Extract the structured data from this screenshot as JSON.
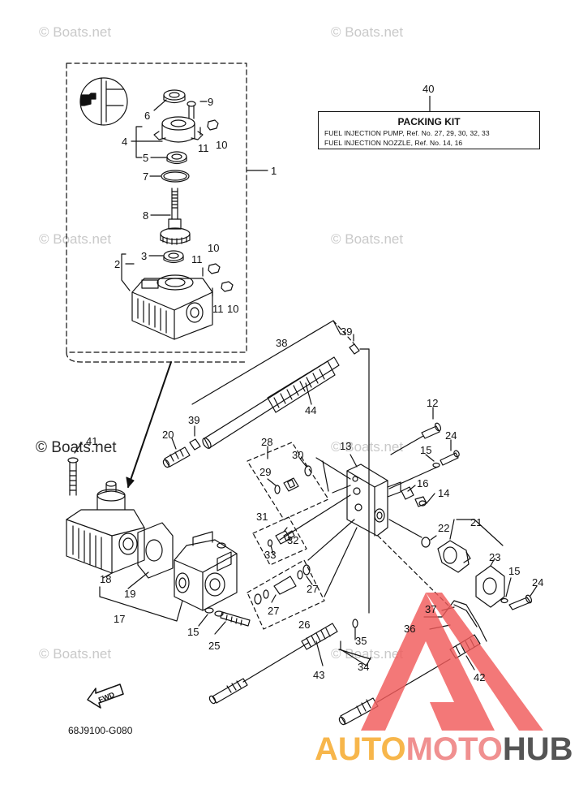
{
  "watermark": "© Boats.net",
  "diagram_code": "68J9100-G080",
  "fwd_label": "FWD",
  "packing_kit": {
    "number": "40",
    "title": "PACKING KIT",
    "line1": "FUEL INJECTION PUMP,  Ref. No. 27, 29, 30, 32, 33",
    "line2": "FUEL INJECTION NOZZLE,  Ref. No. 14, 16"
  },
  "logo": {
    "part1": "AUTO",
    "part2": "MOTO",
    "part3": "HUB",
    "colors": {
      "auto": "#f7b64b",
      "moto": "#f09090",
      "hub": "#555555",
      "triangle": "#f05a5a"
    }
  },
  "callouts": {
    "c1": "1",
    "c2": "2",
    "c3": "3",
    "c4": "4",
    "c5": "5",
    "c6": "6",
    "c7": "7",
    "c8": "8",
    "c9": "9",
    "c10a": "10",
    "c10b": "10",
    "c10c": "10",
    "c11a": "11",
    "c11b": "11",
    "c11c": "11",
    "c12": "12",
    "c13": "13",
    "c14": "14",
    "c15a": "15",
    "c15b": "15",
    "c15c": "15",
    "c16": "16",
    "c17": "17",
    "c18": "18",
    "c19": "19",
    "c20": "20",
    "c21": "21",
    "c22": "22",
    "c23": "23",
    "c24a": "24",
    "c24b": "24",
    "c25": "25",
    "c26": "26",
    "c27a": "27",
    "c27b": "27",
    "c28": "28",
    "c29": "29",
    "c30": "30",
    "c31": "31",
    "c32": "32",
    "c33": "33",
    "c34": "34",
    "c35": "35",
    "c36": "36",
    "c37": "37",
    "c38": "38",
    "c39a": "39",
    "c39b": "39",
    "c41": "41",
    "c42": "42",
    "c43": "43",
    "c44": "44"
  }
}
